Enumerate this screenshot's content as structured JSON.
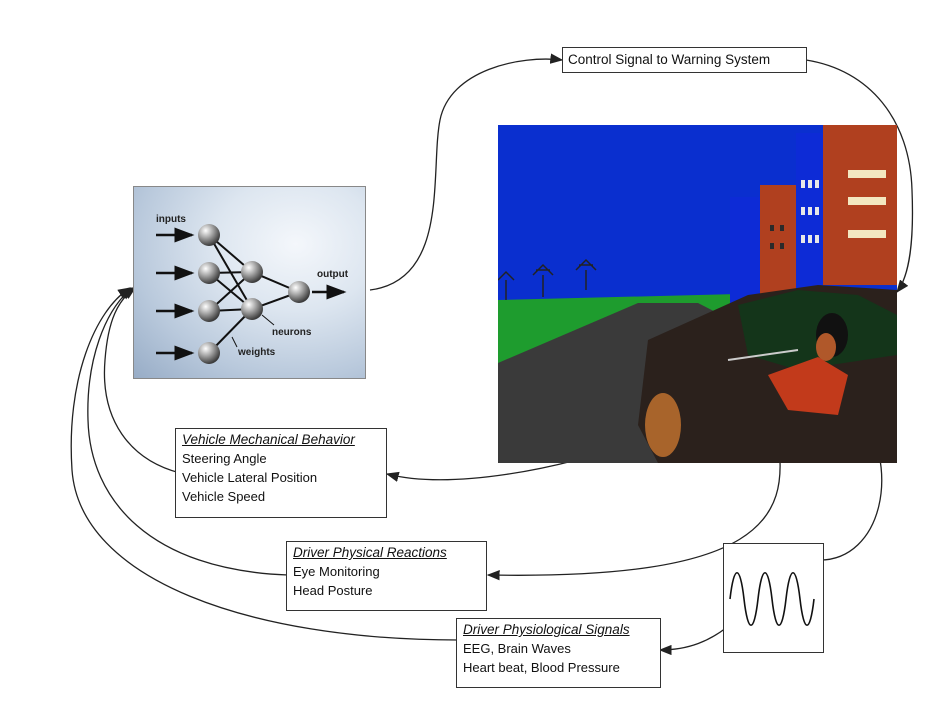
{
  "control_signal": {
    "label": "Control Signal to Warning System"
  },
  "neural_network": {
    "inputs_label": "inputs",
    "output_label": "output",
    "neurons_label": "neurons",
    "weights_label": "weights"
  },
  "vehicle_mechanical": {
    "title": "Vehicle Mechanical Behavior",
    "items": [
      "Steering Angle",
      "Vehicle Lateral Position",
      "Vehicle Speed"
    ]
  },
  "driver_physical": {
    "title": "Driver Physical Reactions",
    "items": [
      "Eye Monitoring",
      "Head Posture"
    ]
  },
  "driver_physiological": {
    "title": "Driver Physiological Signals",
    "items": [
      "EEG, Brain Waves",
      "Heart beat, Blood Pressure"
    ]
  },
  "colors": {
    "sky": "#0a2fcf",
    "grass": "#1e9c2e",
    "road": "#3a3a3a",
    "building_red": "#b0401f",
    "building_blue": "#0d2bd6"
  }
}
